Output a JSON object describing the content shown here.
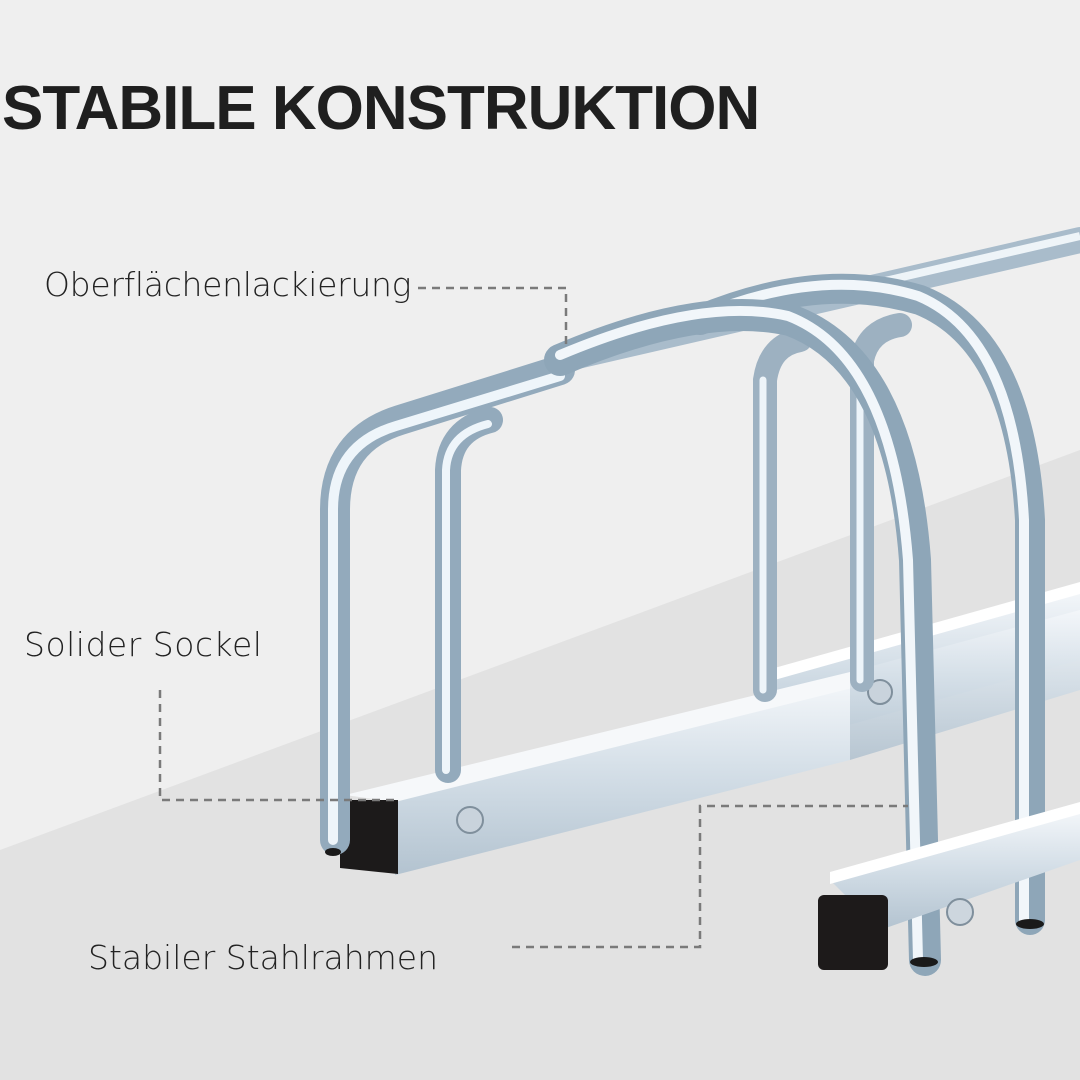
{
  "heading": "STABILE KONSTRUKTION",
  "callouts": [
    {
      "label": "Oberflächenlackierung",
      "target": "tube-surface-coating"
    },
    {
      "label": "Solider Sockel",
      "target": "base-end-cap"
    },
    {
      "label": "Stabiler Stahlrahmen",
      "target": "steel-frame"
    }
  ],
  "colors": {
    "background": "#efefef",
    "floor": "#e2e2e2",
    "text": "#1f1f1f",
    "callout_line": "#7a7a7a",
    "steel": "#c9d8e4",
    "steel_highlight": "#ffffff",
    "steel_shadow": "#8fa6b8",
    "end_cap": "#1c1a1a"
  }
}
